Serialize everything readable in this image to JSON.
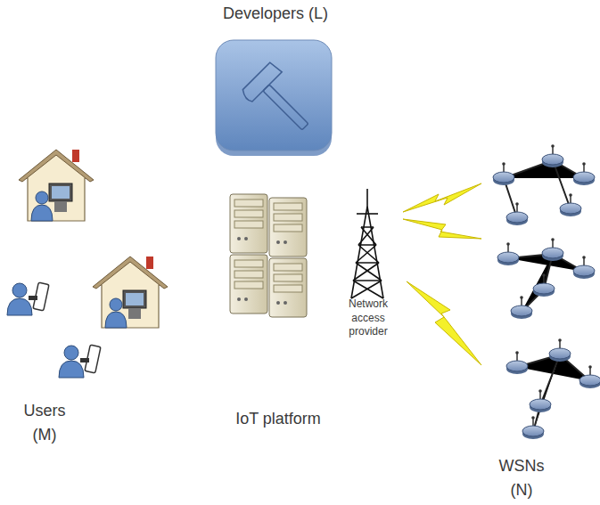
{
  "diagram": {
    "labels": [
      "Developers (L)",
      "Users (M)",
      "IoT platform",
      "Network access provider",
      "WSNs (N)"
    ]
  }
}
